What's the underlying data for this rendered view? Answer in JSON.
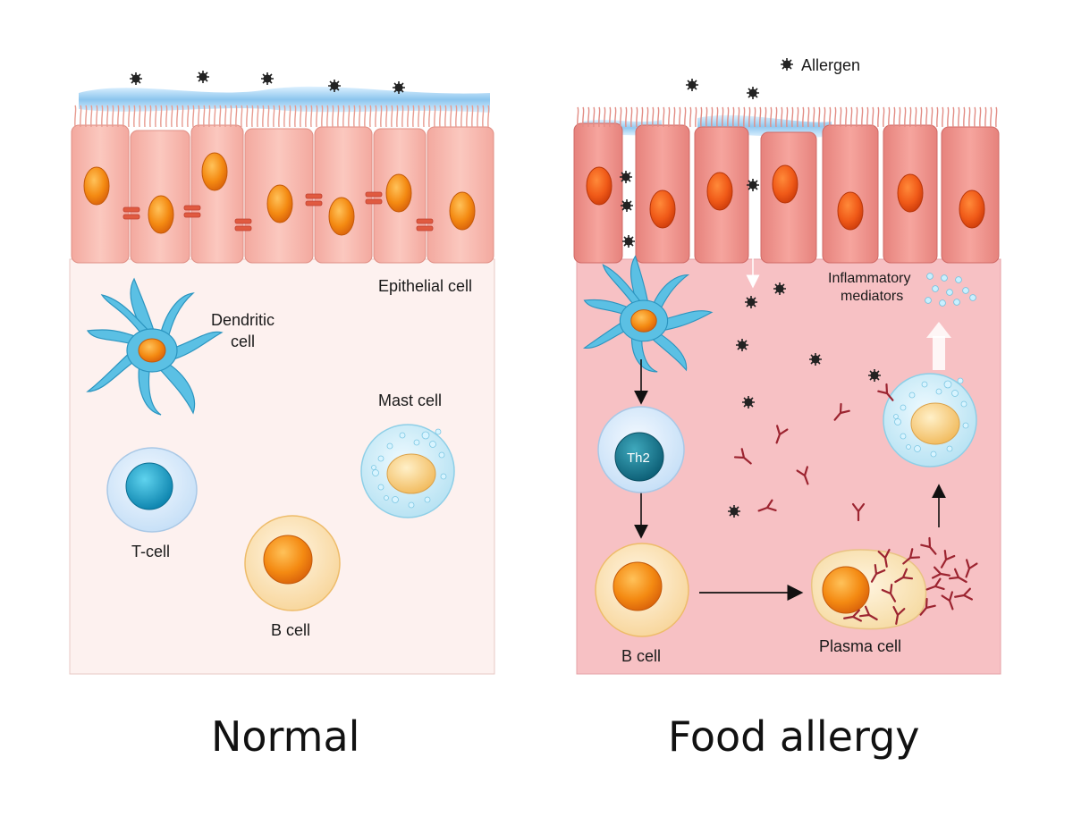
{
  "labels": {
    "allergen": "Allergen",
    "epithelial_cell": "Epithelial cell",
    "dendritic_cell_1": "Dendritic",
    "dendritic_cell_2": "cell",
    "mast_cell": "Mast cell",
    "t_cell": "T-cell",
    "b_cell_normal": "B cell",
    "inflammatory_1": "Inflammatory",
    "inflammatory_2": "mediators",
    "th2": "Th2",
    "b_cell_allergy": "B cell",
    "plasma_cell": "Plasma cell"
  },
  "captions": {
    "normal": "Normal",
    "food_allergy": "Food allergy"
  },
  "colors": {
    "normal_background": "#fdf1ef",
    "allergy_background": "#f7c1c4",
    "epithelium_normal": "#f6b5ac",
    "epithelium_allergy": "#ec8c88",
    "nucleus": "#f08a1c",
    "mucus": "#9ccdf0",
    "dendritic": "#5bc0e4",
    "antibody": "#9c2430",
    "allergen_particle": "#222222"
  }
}
